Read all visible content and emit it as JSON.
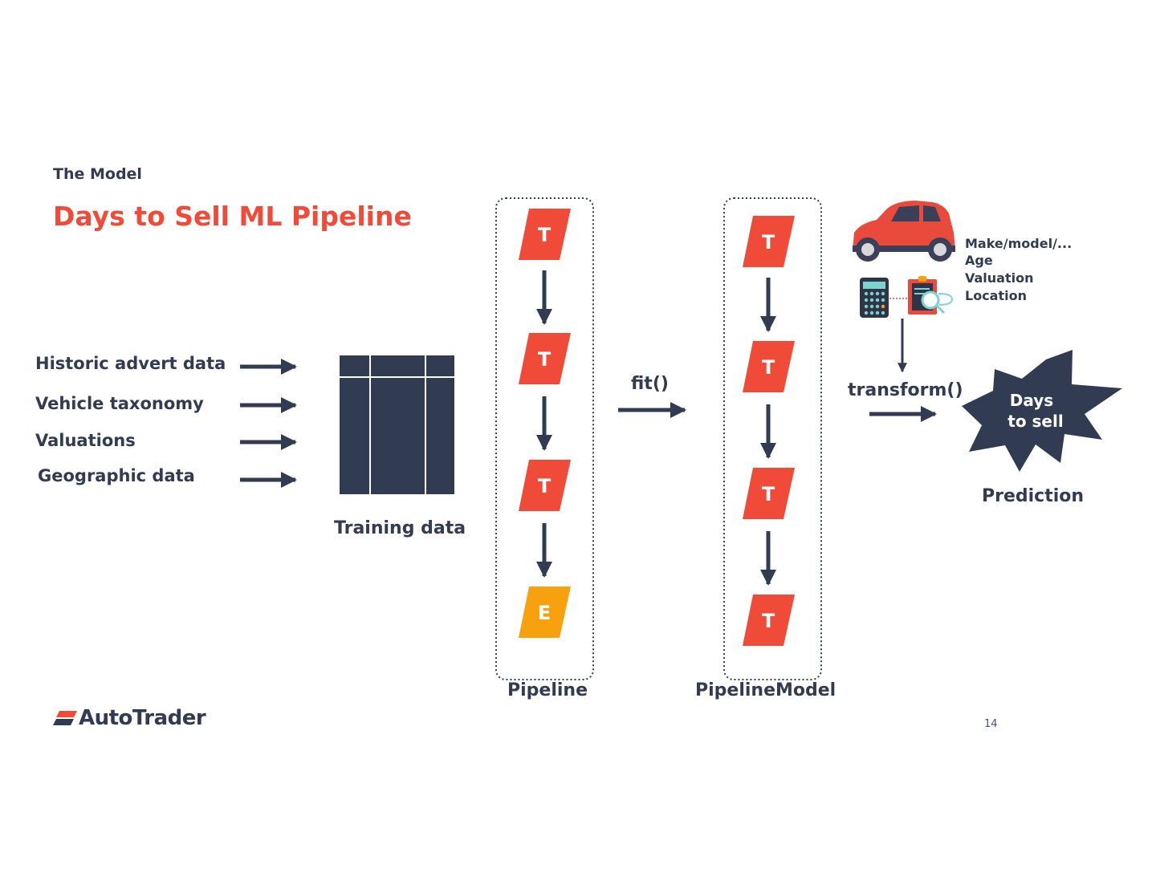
{
  "header": {
    "section": "The Model",
    "title": "Days to Sell ML Pipeline"
  },
  "inputs": [
    "Historic advert data",
    "Vehicle taxonomy",
    "Valuations",
    "Geographic data"
  ],
  "training_data_label": "Training data",
  "pipeline": {
    "stages": [
      "T",
      "T",
      "T",
      "E"
    ],
    "label": "Pipeline",
    "fit_label": "fit()"
  },
  "pipeline_model": {
    "stages": [
      "T",
      "T",
      "T",
      "T"
    ],
    "label": "PipelineModel"
  },
  "vehicle_attributes": [
    "Make/model/...",
    "Age",
    "Valuation",
    "Location"
  ],
  "transform_label": "transform()",
  "prediction": {
    "burst_line1": "Days",
    "burst_line2": "to sell",
    "label": "Prediction"
  },
  "footer": {
    "brand": "AutoTrader",
    "page_number": "14"
  },
  "colors": {
    "navy": "#313b52",
    "transformer_red": "#f04b39",
    "estimator_orange": "#f7a10f"
  }
}
